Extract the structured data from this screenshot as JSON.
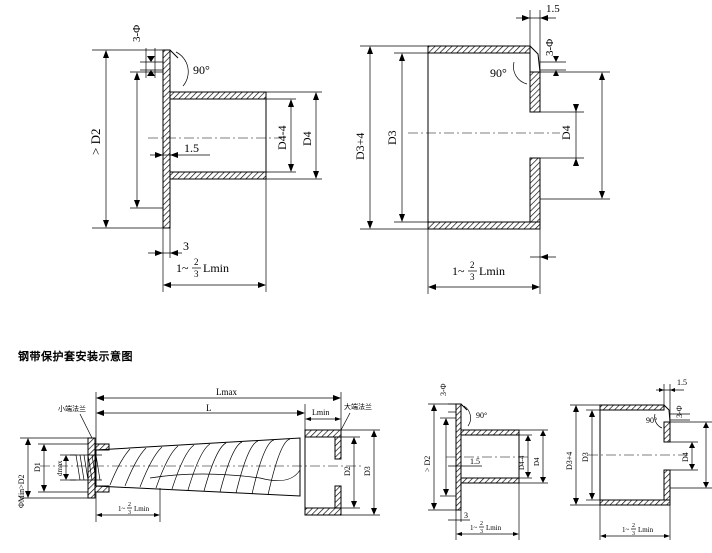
{
  "caption": "钢带保护套安装示意图",
  "large_left": {
    "flange_holes": "3-Φ",
    "angle": "90°",
    "flange_dia": "> D2",
    "bore_inner": "D4-4",
    "bore_outer": "D4",
    "wall_thickness": "1.5",
    "flange_thickness": "3",
    "length_prefix": "1~",
    "length_frac_num": "2",
    "length_frac_den": "3",
    "length_suffix": "Lmin"
  },
  "large_right": {
    "wall": "1.5",
    "flange_holes": "3-Φ",
    "angle": "90°",
    "outer_dia": "D3+4",
    "inner_dia": "D3",
    "bore": "D4",
    "length_prefix": "1~",
    "length_frac_num": "2",
    "length_frac_den": "3",
    "length_suffix": "Lmin"
  },
  "assembly": {
    "lmax": "Lmax",
    "l": "L",
    "lmin": "Lmin",
    "small_end_flange": "小端法兰",
    "large_end_flange": "大端法兰",
    "phi_min_d2": "ΦMin>D2",
    "d1": "D1",
    "dmax": "dmax",
    "d2": "D2",
    "d3": "D3",
    "length_prefix": "1~",
    "length_frac_num": "2",
    "length_frac_den": "3",
    "length_suffix": "Lmin"
  },
  "small_left": {
    "flange_holes": "3-Φ",
    "angle": "90°",
    "flange_dia": "> D2",
    "bore_inner": "D4-4",
    "bore_outer": "D4",
    "wall_thickness": "1.5",
    "flange_thickness": "3",
    "length_prefix": "1~",
    "length_frac_num": "2",
    "length_frac_den": "3",
    "length_suffix": "Lmin"
  },
  "small_right": {
    "wall": "1.5",
    "flange_holes": "3-Φ",
    "angle": "90°",
    "outer_dia": "D3+4",
    "inner_dia": "D3",
    "bore": "D4",
    "length_prefix": "1~",
    "length_frac_num": "2",
    "length_frac_den": "3",
    "length_suffix": "Lmin"
  }
}
